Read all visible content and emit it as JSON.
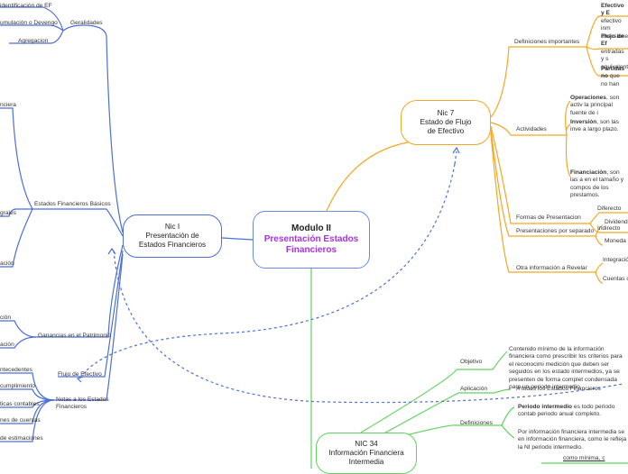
{
  "central": {
    "line1": "Modulo II",
    "line2": "Presentación Estados",
    "line3": "Financieros"
  },
  "nic1": {
    "line1": "Nic I",
    "line2": "Presentación de",
    "line3": "Estados Financieros",
    "branches": {
      "generalidades": "Geralidades",
      "gen_items": [
        "identificación de EF",
        "umulación o Devengo",
        "Agregacion"
      ],
      "basicos": "Estados Financieros Básicos",
      "basicos_items": [
        "nciera",
        "grales",
        "ación"
      ],
      "patrimonio": "Ganancias en el Patrimonio",
      "patrimonio_items": [
        "ción",
        "ación"
      ],
      "flujo": "Flujo de Efectivo",
      "notas": "Notas a los Estados Financieros",
      "notas_items": [
        "ntecedentes",
        "cumplimiento",
        "ticas contables",
        "nes de cuentas",
        "de estimaciones"
      ]
    }
  },
  "nic7": {
    "line1": "Nic 7",
    "line2": "Estado de Flujo",
    "line3": "de Efectivo",
    "definiciones": "Definiciones importantes",
    "def_items": [
      {
        "bold": "Efectivo y E",
        "rest": " efectivo inm inversiones"
      },
      {
        "bold": "Flujo de Ef",
        "rest": " entradas y s equivalente"
      },
      {
        "bold": "Partidas no",
        "rest": " que no han"
      }
    ],
    "actividades": "Actividades",
    "act_items": [
      {
        "bold": "Operaciones",
        "rest": ", son activ la principal fuente de i"
      },
      {
        "bold": "Inversión",
        "rest": ", son las inve a largo plazo."
      },
      {
        "bold": "Financiación",
        "rest": ", son las a en el tamaño y compos de los prestamos."
      }
    ],
    "formas": "Formas de Presentacion",
    "formas_items": [
      "Diferecto",
      "Indirecto"
    ],
    "separado": "Presentaciones por separado",
    "separado_items": [
      "Dividend",
      "Moneda"
    ],
    "otra": "Otra información a Revelar",
    "otra_items": [
      "Integració",
      "Cuentas c"
    ]
  },
  "nic34": {
    "line1": "NIC 34",
    "line2": "Información Financiera",
    "line3": "Intermedia",
    "objetivo": "Objetivo",
    "objetivo_text": "Contenido mínimo de la información financiera como prescribir los criterios para el reconocimi medición que deben ser seguidos en los estado intermedios, ya se presenten de forma complet condensada  para un periodo intermedio.",
    "aplicacion": "Aplicación",
    "aplicacion_text": "A todos los Estados Financieros",
    "definiciones": "Definiciones",
    "def1_bold": "Periodo intermedio",
    "def1_rest": " es todo periodo contab periodo anual completo.",
    "def2": "Por información financiera intermedia se en información financiera, como le refleja la NI periodo intermedio.",
    "bottom_text": "como mínima, c"
  }
}
